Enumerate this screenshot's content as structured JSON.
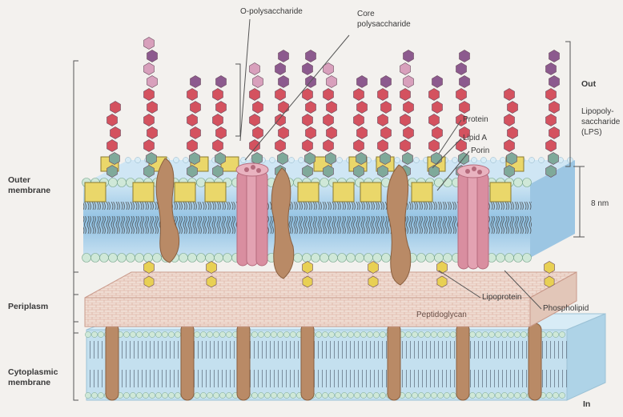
{
  "labels": {
    "o_polysaccharide": "O-polysaccharide",
    "core_polysaccharide_1": "Core",
    "core_polysaccharide_2": "polysaccharide",
    "out": "Out",
    "lps_1": "Lipopoly-",
    "lps_2": "saccharide",
    "lps_3": "(LPS)",
    "protein": "Protein",
    "lipid_a": "Lipid A",
    "porin": "Porin",
    "outer_membrane_1": "Outer",
    "outer_membrane_2": "membrane",
    "thickness": "8 nm",
    "periplasm": "Periplasm",
    "lipoprotein": "Lipoprotein",
    "peptidoglycan": "Peptidoglycan",
    "phospholipid": "Phospholipid",
    "cytoplasmic_1": "Cytoplasmic",
    "cytoplasmic_2": "membrane",
    "in": "In"
  },
  "colors": {
    "o_chain_pink": "#d8a0bc",
    "o_chain_purple": "#8c5a8e",
    "core_red": "#d4525f",
    "core_green": "#7fa99a",
    "lipid_a_yellow": "#ead76a",
    "protein_tan": "#b98a66",
    "porin_pink": "#d98ea0",
    "membrane_blue": "#9ecbe6",
    "head_green": "#cfe8d8",
    "peptidoglycan": "#ead7cc"
  }
}
